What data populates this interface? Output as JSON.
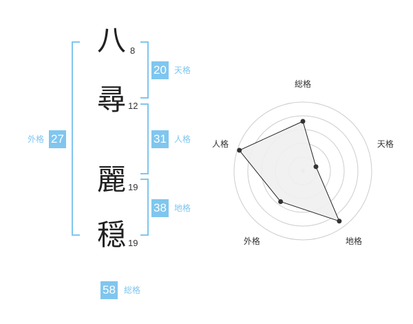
{
  "name_chars": [
    {
      "char": "八",
      "strokes": "8"
    },
    {
      "char": "尋",
      "strokes": "12"
    },
    {
      "char": "麗",
      "strokes": "19"
    },
    {
      "char": "穏",
      "strokes": "19"
    }
  ],
  "fortunes": {
    "tenkaku": {
      "value": "20",
      "label": "天格"
    },
    "jinkaku": {
      "value": "31",
      "label": "人格"
    },
    "chikaku": {
      "value": "38",
      "label": "地格"
    },
    "gaikaku": {
      "value": "27",
      "label": "外格"
    },
    "soukaku": {
      "value": "58",
      "label": "総格"
    }
  },
  "chart_data": {
    "type": "radar",
    "axes": [
      "総格",
      "天格",
      "地格",
      "外格",
      "人格"
    ],
    "values": [
      0.72,
      0.2,
      0.9,
      0.55,
      0.97
    ],
    "rings": 5,
    "colors": {
      "fill": "#efefef",
      "line": "#222222",
      "grid": "#cccccc",
      "point": "#333333"
    }
  }
}
